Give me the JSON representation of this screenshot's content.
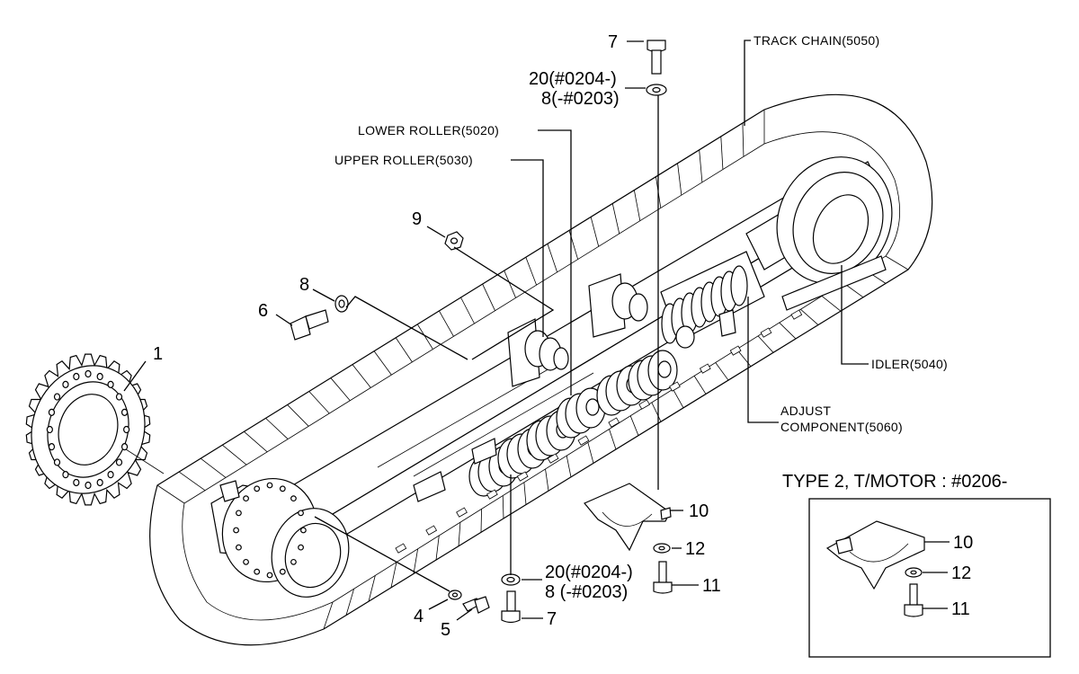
{
  "parts": {
    "track_chain": "TRACK CHAIN(5050)",
    "lower_roller": "LOWER ROLLER(5020)",
    "upper_roller": "UPPER ROLLER(5030)",
    "idler": "IDLER(5040)",
    "adjust_line1": "ADJUST",
    "adjust_line2": "COMPONENT(5060)"
  },
  "callouts": {
    "c1": "1",
    "c4": "4",
    "c5": "5",
    "c6": "6",
    "c7_top": "7",
    "c7_bottom": "7",
    "c8": "8",
    "c9": "9",
    "c10": "10",
    "c11": "11",
    "c12": "12",
    "c20_top_a": "20(#0204-)",
    "c20_top_b": "8(-#0203)",
    "c20_bot_a": "20(#0204-)",
    "c20_bot_b": "8 (-#0203)"
  },
  "inset": {
    "title": "TYPE 2, T/MOTOR : #0206-",
    "c10": "10",
    "c12": "12",
    "c11": "11"
  }
}
